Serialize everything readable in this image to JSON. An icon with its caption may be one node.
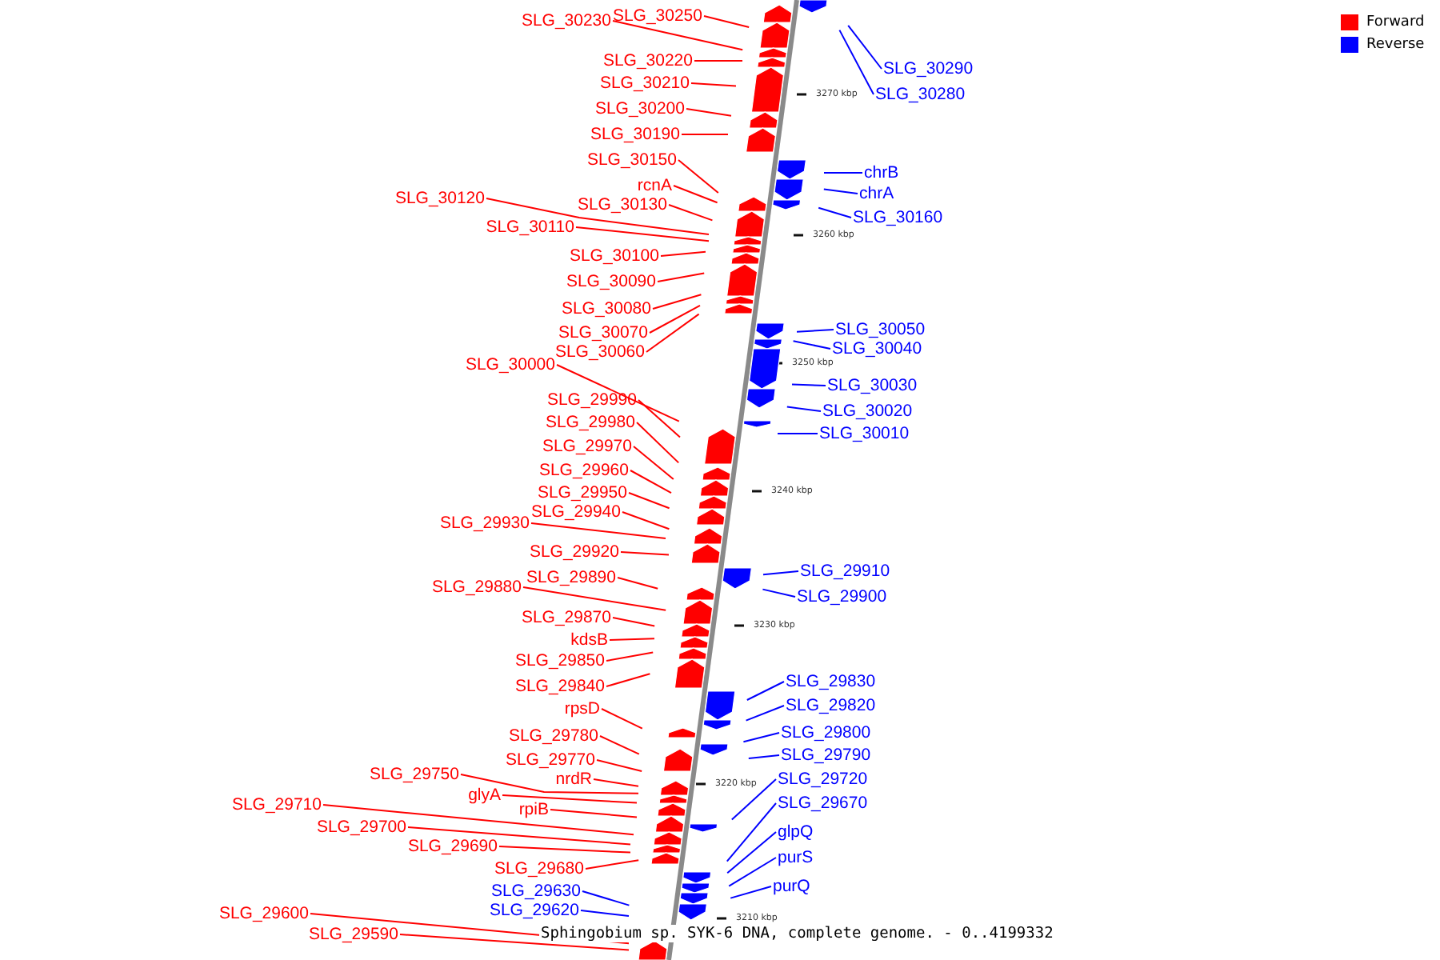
{
  "diagram": {
    "caption": "Sphingobium sp. SYK-6 DNA, complete genome. - 0..4199332",
    "nodes": [
      {
        "text": [
          "SLG_30230"
        ]
      },
      {
        "text": [
          "SLG_30250"
        ]
      },
      {
        "text": [
          "SLG_30220"
        ]
      },
      {
        "text": [
          "SLG_30210"
        ]
      },
      {
        "text": [
          "SLG_30200"
        ]
      },
      {
        "text": [
          "SLG_30190"
        ]
      },
      {
        "text": [
          "SLG_30150"
        ]
      },
      {
        "text": [
          "rcnA"
        ]
      },
      {
        "text": [
          "SLG_30120"
        ]
      },
      {
        "text": [
          "SLG_30130"
        ]
      },
      {
        "text": [
          "SLG_30110"
        ]
      },
      {
        "text": [
          "SLG_30100"
        ]
      },
      {
        "text": [
          "SLG_30090"
        ]
      },
      {
        "text": [
          "SLG_30080"
        ]
      },
      {
        "text": [
          "SLG_30070"
        ]
      },
      {
        "text": [
          "SLG_30060"
        ]
      },
      {
        "text": [
          "SLG_30000"
        ]
      },
      {
        "text": [
          "SLG_29990"
        ]
      },
      {
        "text": [
          "SLG_29980"
        ]
      },
      {
        "text": [
          "SLG_29970"
        ]
      },
      {
        "text": [
          "SLG_29960"
        ]
      },
      {
        "text": [
          "SLG_29950"
        ]
      },
      {
        "text": [
          "SLG_29940"
        ]
      },
      {
        "text": [
          "SLG_29930"
        ]
      },
      {
        "text": [
          "SLG_29920"
        ]
      },
      {
        "text": [
          "SLG_29890"
        ]
      },
      {
        "text": [
          "SLG_29880"
        ]
      },
      {
        "text": [
          "SLG_29870"
        ]
      },
      {
        "text": [
          "kdsB"
        ]
      },
      {
        "text": [
          "SLG_29850"
        ]
      },
      {
        "text": [
          "SLG_29840"
        ]
      },
      {
        "text": [
          "rpsD"
        ]
      },
      {
        "text": [
          "SLG_29780"
        ]
      },
      {
        "text": [
          "SLG_29770"
        ]
      },
      {
        "text": [
          "SLG_29750"
        ]
      },
      {
        "text": [
          "nrdR"
        ]
      },
      {
        "text": [
          "glyA"
        ]
      },
      {
        "text": [
          "rpiB"
        ]
      },
      {
        "text": [
          "SLG_29710"
        ]
      },
      {
        "text": [
          "SLG_29700"
        ]
      },
      {
        "text": [
          "SLG_29690"
        ]
      },
      {
        "text": [
          "SLG_29680"
        ]
      },
      {
        "text": [
          "SLG_29630"
        ]
      },
      {
        "text": [
          "SLG_29620"
        ]
      },
      {
        "text": [
          "SLG_29600"
        ]
      },
      {
        "text": [
          "SLG_29590"
        ]
      },
      {
        "text": [
          "SLG_30290"
        ]
      },
      {
        "text": [
          "SLG_30280"
        ]
      },
      {
        "text": [
          "chrB"
        ]
      },
      {
        "text": [
          "chrA"
        ]
      },
      {
        "text": [
          "SLG_30160"
        ]
      },
      {
        "text": [
          "SLG_30050"
        ]
      },
      {
        "text": [
          "SLG_30040"
        ]
      },
      {
        "text": [
          "SLG_30030"
        ]
      },
      {
        "text": [
          "SLG_30020"
        ]
      },
      {
        "text": [
          "SLG_30010"
        ]
      },
      {
        "text": [
          "SLG_29910"
        ]
      },
      {
        "text": [
          "SLG_29900"
        ]
      },
      {
        "text": [
          "SLG_29830"
        ]
      },
      {
        "text": [
          "SLG_29820"
        ]
      },
      {
        "text": [
          "SLG_29800"
        ]
      },
      {
        "text": [
          "SLG_29790"
        ]
      },
      {
        "text": [
          "SLG_29720"
        ]
      },
      {
        "text": [
          "SLG_29670"
        ]
      },
      {
        "text": [
          "glpQ"
        ]
      },
      {
        "text": [
          "purS"
        ]
      },
      {
        "text": [
          "purQ"
        ]
      }
    ],
    "edges": [
      {
        "from": 0,
        "to": null,
        "arrow": "none"
      },
      {
        "from": 1,
        "to": null,
        "arrow": "none"
      },
      {
        "from": 2,
        "to": null,
        "arrow": "none"
      },
      {
        "from": 3,
        "to": null,
        "arrow": "none"
      },
      {
        "from": 4,
        "to": null,
        "arrow": "none"
      },
      {
        "from": 5,
        "to": null,
        "arrow": "none"
      },
      {
        "from": 6,
        "to": null,
        "arrow": "none"
      },
      {
        "from": 7,
        "to": null,
        "arrow": "none"
      },
      {
        "from": 8,
        "to": null,
        "arrow": "none"
      },
      {
        "from": 9,
        "to": null,
        "arrow": "none"
      },
      {
        "from": 10,
        "to": null,
        "arrow": "none"
      },
      {
        "from": 11,
        "to": null,
        "arrow": "none"
      },
      {
        "from": 12,
        "to": null,
        "arrow": "none"
      },
      {
        "from": 13,
        "to": null,
        "arrow": "none"
      },
      {
        "from": 14,
        "to": null,
        "arrow": "none"
      },
      {
        "from": 15,
        "to": null,
        "arrow": "none"
      },
      {
        "from": 16,
        "to": null,
        "arrow": "none"
      },
      {
        "from": 17,
        "to": null,
        "arrow": "none"
      },
      {
        "from": 18,
        "to": null,
        "arrow": "none"
      },
      {
        "from": 19,
        "to": null,
        "arrow": "none"
      },
      {
        "from": 20,
        "to": null,
        "arrow": "none"
      },
      {
        "from": 21,
        "to": null,
        "arrow": "none"
      },
      {
        "from": 22,
        "to": null,
        "arrow": "none"
      },
      {
        "from": 23,
        "to": null,
        "arrow": "none"
      },
      {
        "from": 24,
        "to": null,
        "arrow": "none"
      },
      {
        "from": 25,
        "to": null,
        "arrow": "none"
      },
      {
        "from": 26,
        "to": null,
        "arrow": "none"
      },
      {
        "from": 27,
        "to": null,
        "arrow": "none"
      },
      {
        "from": 28,
        "to": null,
        "arrow": "none"
      },
      {
        "from": 29,
        "to": null,
        "arrow": "none"
      },
      {
        "from": 30,
        "to": null,
        "arrow": "none"
      },
      {
        "from": 31,
        "to": null,
        "arrow": "none"
      },
      {
        "from": 32,
        "to": null,
        "arrow": "none"
      },
      {
        "from": 33,
        "to": null,
        "arrow": "none"
      },
      {
        "from": 34,
        "to": null,
        "arrow": "none"
      },
      {
        "from": 35,
        "to": null,
        "arrow": "none"
      },
      {
        "from": 36,
        "to": null,
        "arrow": "none"
      },
      {
        "from": 37,
        "to": null,
        "arrow": "none"
      },
      {
        "from": 38,
        "to": null,
        "arrow": "none"
      },
      {
        "from": 39,
        "to": null,
        "arrow": "none"
      },
      {
        "from": 40,
        "to": null,
        "arrow": "none"
      },
      {
        "from": 41,
        "to": null,
        "arrow": "none"
      },
      {
        "from": 42,
        "to": null,
        "arrow": "none",
        "color": "#0000ff"
      },
      {
        "from": 43,
        "to": null,
        "arrow": "none",
        "color": "#0000ff"
      },
      {
        "from": 44,
        "to": null,
        "arrow": "none"
      },
      {
        "from": 45,
        "to": null,
        "arrow": "none"
      },
      {
        "from": 46,
        "to": null,
        "arrow": "none",
        "color": "#0000ff"
      },
      {
        "from": 47,
        "to": null,
        "arrow": "none",
        "color": "#0000ff"
      },
      {
        "from": 48,
        "to": null,
        "arrow": "none",
        "color": "#0000ff"
      },
      {
        "from": 49,
        "to": null,
        "arrow": "none",
        "color": "#0000ff"
      },
      {
        "from": 50,
        "to": null,
        "arrow": "none",
        "color": "#0000ff"
      },
      {
        "from": 51,
        "to": null,
        "arrow": "none",
        "color": "#0000ff"
      },
      {
        "from": 52,
        "to": null,
        "arrow": "none",
        "color": "#0000ff"
      },
      {
        "from": 53,
        "to": null,
        "arrow": "none",
        "color": "#0000ff"
      },
      {
        "from": 54,
        "to": null,
        "arrow": "none",
        "color": "#0000ff"
      },
      {
        "from": 55,
        "to": null,
        "arrow": "none",
        "color": "#0000ff"
      },
      {
        "from": 56,
        "to": null,
        "arrow": "none",
        "color": "#0000ff"
      },
      {
        "from": 57,
        "to": null,
        "arrow": "none",
        "color": "#0000ff"
      },
      {
        "from": 58,
        "to": null,
        "arrow": "none",
        "color": "#0000ff"
      },
      {
        "from": 59,
        "to": null,
        "arrow": "none",
        "color": "#0000ff"
      },
      {
        "from": 60,
        "to": null,
        "arrow": "none",
        "color": "#0000ff"
      },
      {
        "from": 61,
        "to": null,
        "arrow": "none",
        "color": "#0000ff"
      },
      {
        "from": 62,
        "to": null,
        "arrow": "none",
        "color": "#0000ff"
      },
      {
        "from": 63,
        "to": null,
        "arrow": "none",
        "color": "#0000ff"
      },
      {
        "from": 64,
        "to": null,
        "arrow": "none",
        "color": "#0000ff"
      },
      {
        "from": 65,
        "to": null,
        "arrow": "none",
        "color": "#0000ff"
      },
      {
        "from": 66,
        "to": null,
        "arrow": "none",
        "color": "#0000ff"
      }
    ],
    "labels": [
      "3270 kbp",
      "3260 kbp",
      "3250 kbp",
      "3240 kbp",
      "3230 kbp",
      "3220 kbp",
      "3210 kbp"
    ],
    "legend": [
      {
        "text": "Forward",
        "color": "#ff0000"
      },
      {
        "text": "Reverse",
        "color": "#0000ff"
      }
    ]
  }
}
